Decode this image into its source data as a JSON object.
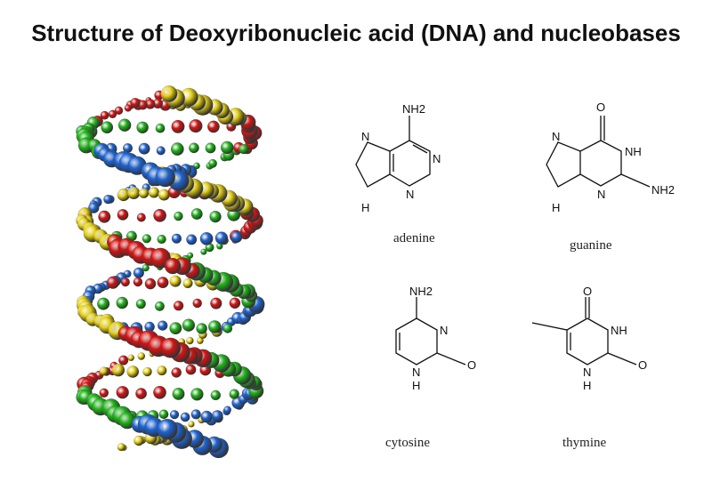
{
  "title": "Structure of Deoxyribonucleic acid (DNA) and nucleobases",
  "colors": {
    "red": "#d41414",
    "yellow": "#e6d21c",
    "green": "#22b41c",
    "blue": "#1e64d2"
  },
  "nucleobases": {
    "adenine": {
      "name": "adenine",
      "atoms": {
        "nh2": "NH2",
        "n_ring_right": "N",
        "n_ring_bottom": "N",
        "n_imid_top": "N",
        "nh": "H"
      }
    },
    "guanine": {
      "name": "guanine",
      "atoms": {
        "o": "O",
        "nh": "NH",
        "n_bottom": "N",
        "nh2": "NH2",
        "n_imid_top": "N",
        "h": "H"
      }
    },
    "cytosine": {
      "name": "cytosine",
      "atoms": {
        "nh2": "NH2",
        "n": "N",
        "nh_n": "N",
        "h": "H",
        "o": "O"
      }
    },
    "thymine": {
      "name": "thymine",
      "atoms": {
        "o_top": "O",
        "nh": "NH",
        "n": "N",
        "h": "H",
        "o_right": "O"
      }
    }
  }
}
